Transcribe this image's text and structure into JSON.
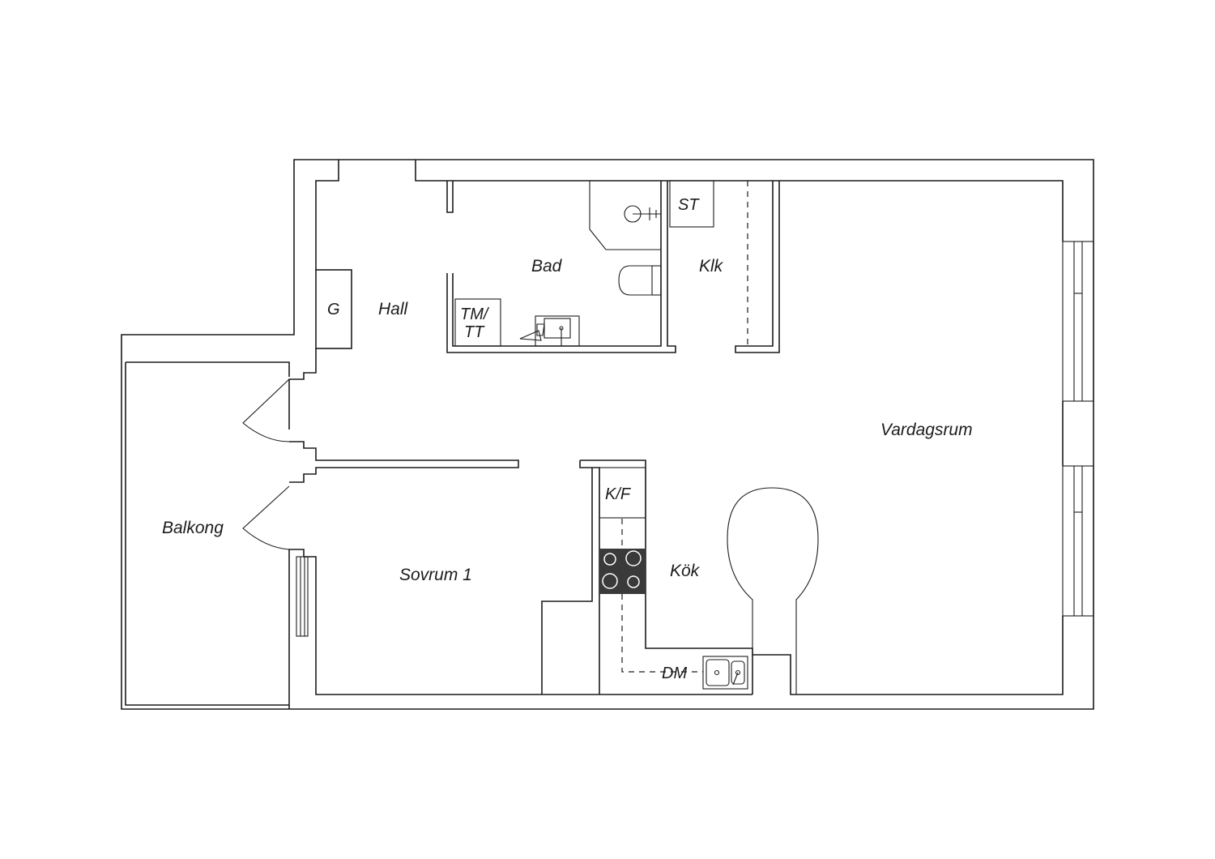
{
  "rooms": {
    "hall": "Hall",
    "bad": "Bad",
    "klk": "Klk",
    "vardagsrum": "Vardagsrum",
    "balkong": "Balkong",
    "sovrum": "Sovrum 1",
    "kok": "Kök"
  },
  "fixtures": {
    "g": "G",
    "st": "ST",
    "tm_line1": "TM/",
    "tm_line2": "TT",
    "kf": "K/F",
    "dm": "DM"
  },
  "colors": {
    "line": "#1c1c1c",
    "stove": "#3a3a3a",
    "background": "#ffffff"
  }
}
